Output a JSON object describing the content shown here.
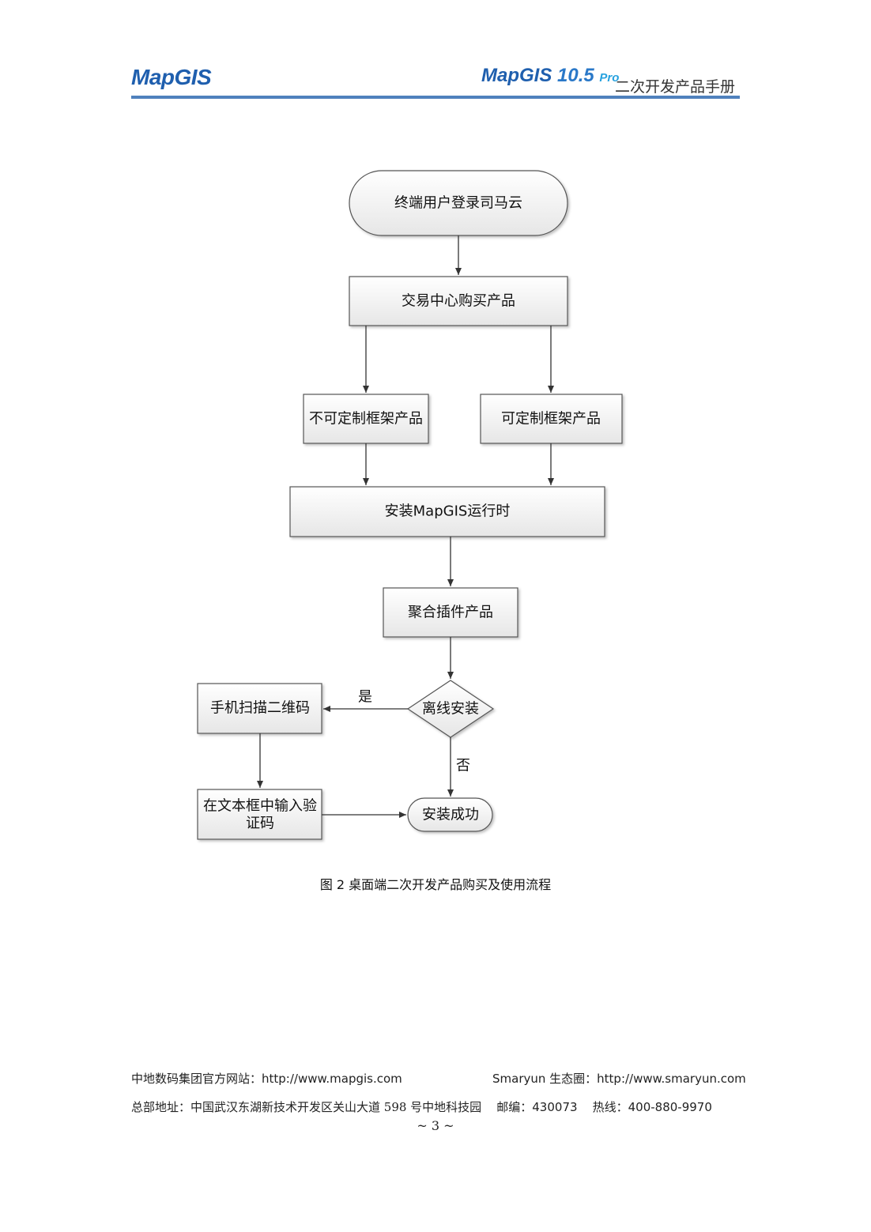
{
  "header": {
    "logo_left": "MapGIS",
    "logo_right_brand": "MapGIS",
    "logo_right_version": "10.5",
    "logo_right_pro": "Pro",
    "title": "二次开发产品手册"
  },
  "flowchart": {
    "nodes": {
      "start": "终端用户登录司马云",
      "trade": "交易中心购买产品",
      "noncustom": "不可定制框架产品",
      "custom": "可定制框架产品",
      "install_runtime": "安装MapGIS运行时",
      "aggregate": "聚合插件产品",
      "offline": "离线安装",
      "scan": "手机扫描二维码",
      "input_line1": "在文本框中输入验",
      "input_line2": "证码",
      "success": "安装成功"
    },
    "edge_labels": {
      "yes": "是",
      "no": "否"
    }
  },
  "caption": "图 2 桌面端二次开发产品购买及使用流程",
  "footer": {
    "site_label": "中地数码集团官方网站：",
    "site_url": "http://www.mapgis.com",
    "eco_label": "Smaryun 生态圈：",
    "eco_url": "http://www.smaryun.com",
    "address_label": "总部地址：中国武汉东湖新技术开发区关山大道 598 号中地科技园",
    "postcode_label": "邮编：",
    "postcode": "430073",
    "hotline_label": "热线：",
    "hotline": "400-880-9970",
    "page_number": "~ 3 ~"
  },
  "colors": {
    "header_rule": "#4f81bd",
    "box_fill_top": "#ffffff",
    "box_fill_bottom": "#e6e6e6",
    "box_stroke": "#555555"
  }
}
